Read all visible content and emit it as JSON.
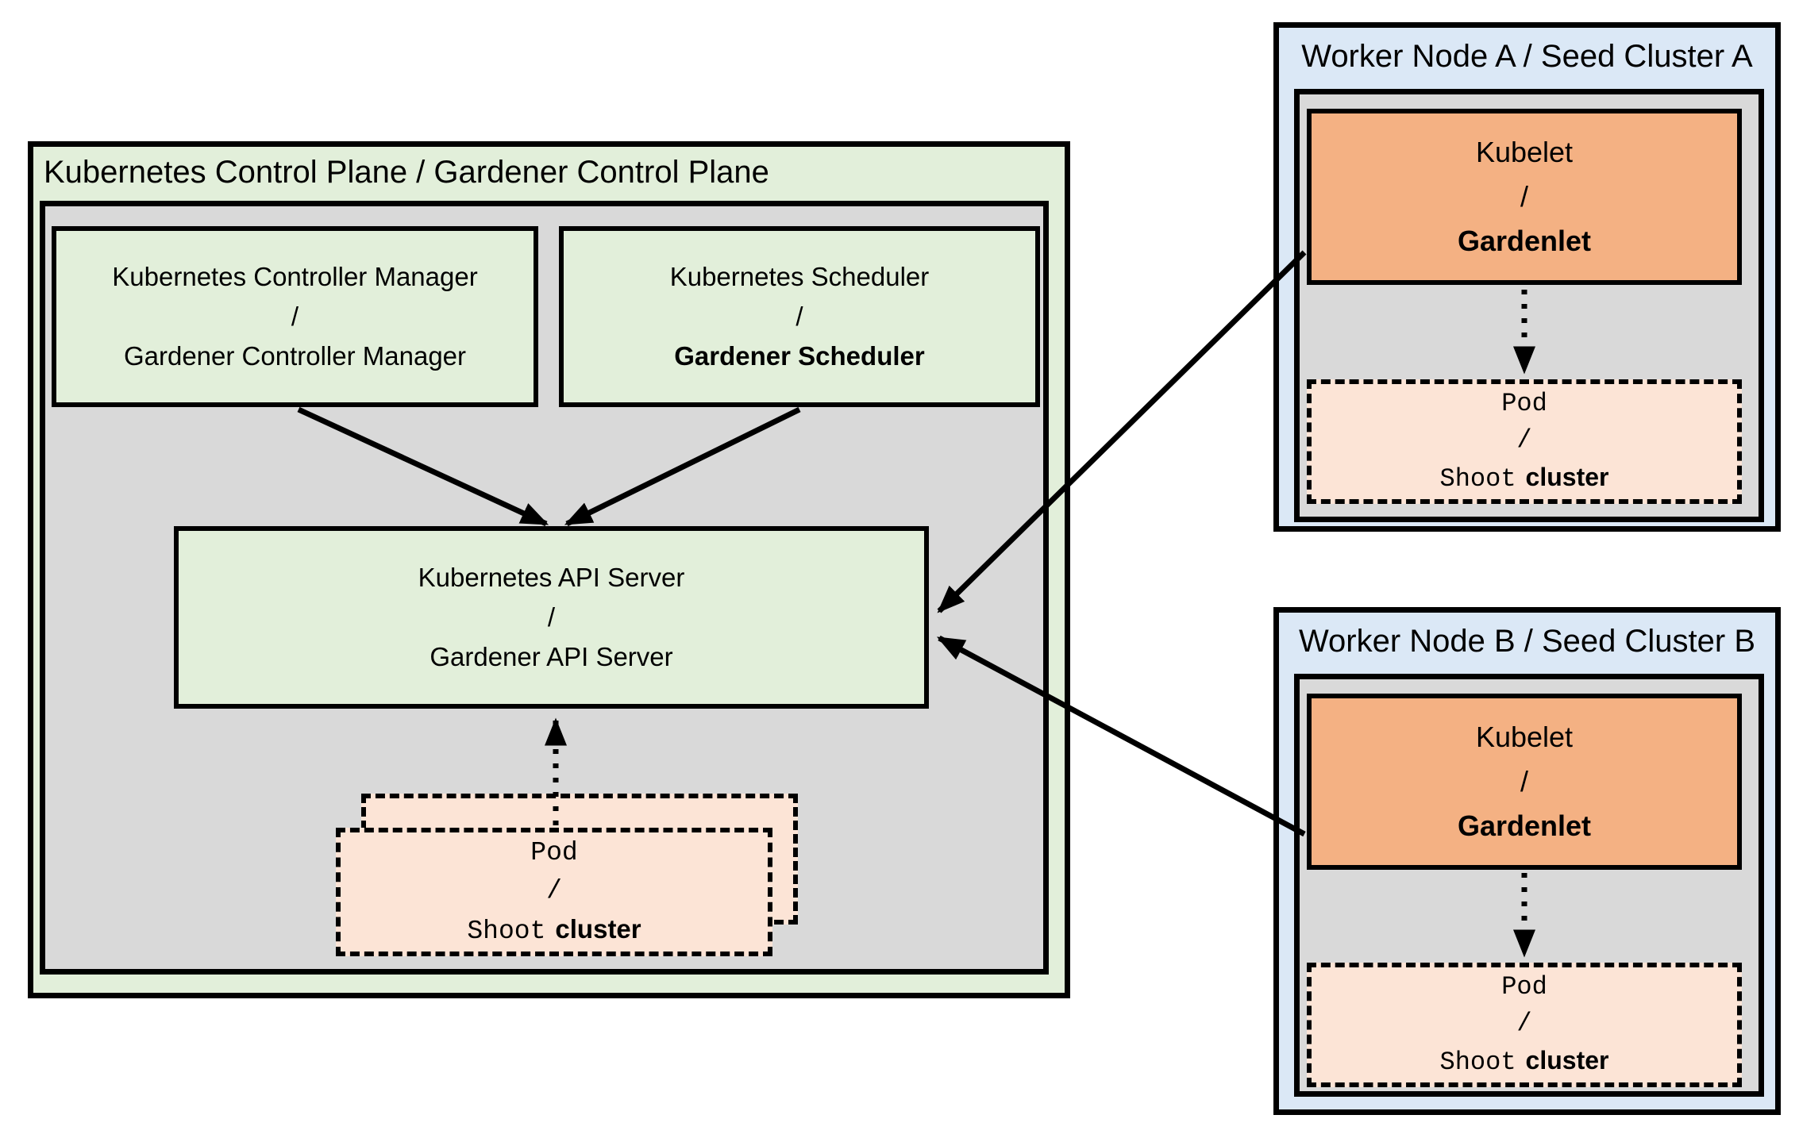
{
  "colors": {
    "light_green": "#e2efda",
    "gray": "#d9d9d9",
    "light_blue": "#dbe8f6",
    "orange": "#f4b183",
    "peach": "#fce4d6",
    "line": "#000000"
  },
  "control_plane": {
    "title": "Kubernetes Control Plane / Gardener Control Plane",
    "controller_manager": {
      "line1": "Kubernetes Controller Manager",
      "separator": "/",
      "line2": "Gardener Controller Manager"
    },
    "scheduler": {
      "line1": "Kubernetes Scheduler",
      "separator": "/",
      "line2": "Gardener Scheduler"
    },
    "api_server": {
      "line1": "Kubernetes API Server",
      "separator": "/",
      "line2": "Gardener API Server"
    }
  },
  "pod_shoot": {
    "line1": "Pod",
    "separator": "/",
    "line2_mono": "Shoot",
    "line2_bold": "cluster"
  },
  "worker_node_a": {
    "title": "Worker Node A / Seed Cluster A",
    "kubelet": {
      "line1": "Kubelet",
      "separator": "/",
      "line2": "Gardenlet"
    }
  },
  "worker_node_b": {
    "title": "Worker Node B / Seed Cluster B",
    "kubelet": {
      "line1": "Kubelet",
      "separator": "/",
      "line2": "Gardenlet"
    }
  }
}
